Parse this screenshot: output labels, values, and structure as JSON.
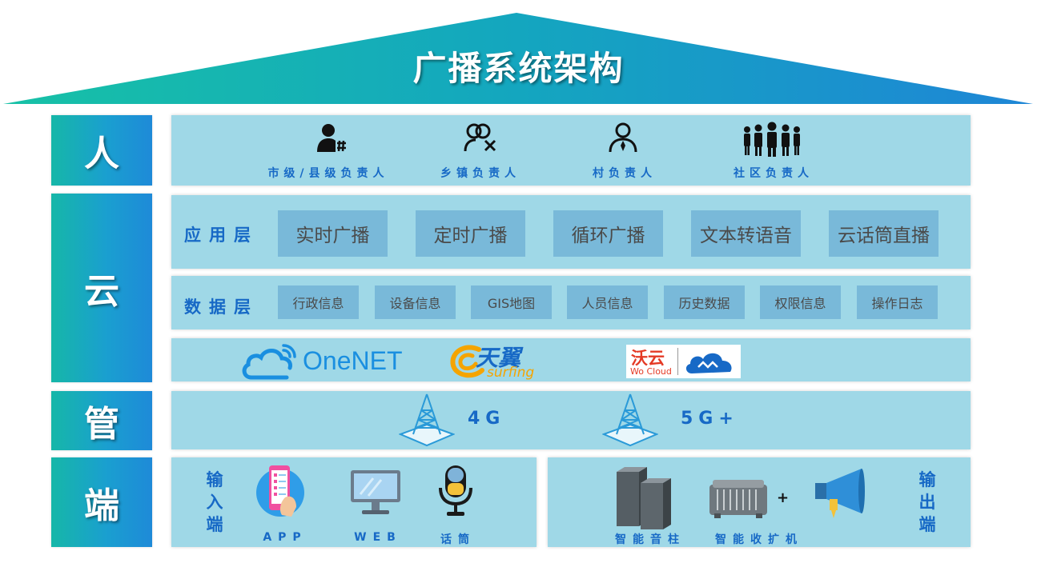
{
  "title": "广播系统架构",
  "layers": {
    "people": "人",
    "cloud": "云",
    "pipe": "管",
    "end": "端"
  },
  "people": [
    {
      "label": "市级/县级负责人",
      "icon": "admin-user-icon"
    },
    {
      "label": "乡镇负责人",
      "icon": "user-tools-icon"
    },
    {
      "label": "村负责人",
      "icon": "user-tie-icon"
    },
    {
      "label": "社区负责人",
      "icon": "people-group-icon"
    }
  ],
  "application_layer": {
    "label": "应用层",
    "items": [
      "实时广播",
      "定时广播",
      "循环广播",
      "文本转语音",
      "云话筒直播"
    ]
  },
  "data_layer": {
    "label": "数据层",
    "items": [
      "行政信息",
      "设备信息",
      "GIS地图",
      "人员信息",
      "历史数据",
      "权限信息",
      "操作日志"
    ]
  },
  "platforms": {
    "onenet": "OneNET",
    "tianyi_cn": "天翼",
    "tianyi_en": "surfing",
    "wocloud_cn": "沃云",
    "wocloud_en": "Wo Cloud"
  },
  "network": [
    "4G",
    "5G+"
  ],
  "input": {
    "label": "输入端",
    "devices": [
      "APP",
      "WEB",
      "话筒"
    ]
  },
  "output": {
    "label": "输出端",
    "devices": [
      "智能音柱",
      "智能收扩机"
    ],
    "plus": "+"
  },
  "colors": {
    "accent_blue": "#1769c6",
    "panel": "#9fd8e7",
    "box": "#79b9d9",
    "teal": "#16b7a8"
  }
}
